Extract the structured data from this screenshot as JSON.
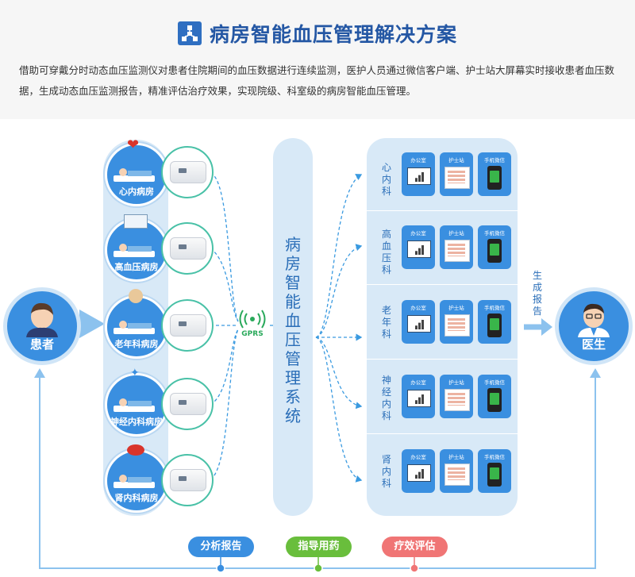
{
  "header": {
    "title": "病房智能血压管理解决方案",
    "intro": "借助可穿戴分时动态血压监测仪对患者住院期间的血压数据进行连续监测，医护人员通过微信客户端、护士站大屏幕实时接收患者血压数据，生成动态血压监测报告，精准评估治疗效果，实现院级、科室级的病房智能血压管理。"
  },
  "patient": {
    "label": "患者"
  },
  "doctor": {
    "label": "医生"
  },
  "wards": [
    {
      "label": "心内病房"
    },
    {
      "label": "高血压病房"
    },
    {
      "label": "老年科病房"
    },
    {
      "label": "神经内科病房"
    },
    {
      "label": "肾内科病房"
    }
  ],
  "gprs": {
    "label": "GPRS"
  },
  "system": {
    "label": "病房智能血压管理系统"
  },
  "departments": [
    {
      "name": "心内科"
    },
    {
      "name": "高血压科"
    },
    {
      "name": "老年科"
    },
    {
      "name": "神经内科"
    },
    {
      "name": "肾内科"
    }
  ],
  "terminals": {
    "office": "办公室",
    "nurse": "护士站",
    "phone": "手机微信"
  },
  "report_generate": "生成报告",
  "feedback": [
    {
      "label": "分析报告",
      "color": "#3a8fe0"
    },
    {
      "label": "指导用药",
      "color": "#69be3c"
    },
    {
      "label": "疗效评估",
      "color": "#f07575"
    }
  ],
  "colors": {
    "accent": "#3a8fe0",
    "panel": "#d8e9f7",
    "device_ring": "#49c1a7",
    "title": "#2457a4"
  }
}
